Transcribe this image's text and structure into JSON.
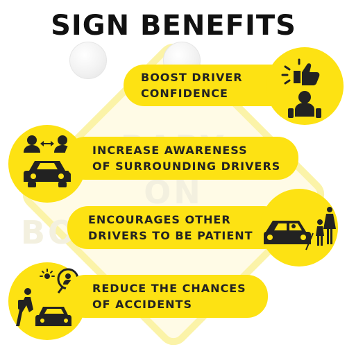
{
  "title": "SIGN BENEFITS",
  "watermark": {
    "line1": "BABY",
    "line2": "ON",
    "line3": "BOARD"
  },
  "colors": {
    "accent": "#fde213",
    "text": "#222222",
    "title": "#111111"
  },
  "benefits": [
    {
      "text": "BOOST DRIVER\nCONFIDENCE",
      "icon": "thumbs-up-driver-icon"
    },
    {
      "text": "INCREASE AWARENESS\nOF SURROUNDING DRIVERS",
      "icon": "car-awareness-icon"
    },
    {
      "text": "ENCOURAGES OTHER\nDRIVERS TO BE PATIENT",
      "icon": "car-pedestrians-icon"
    },
    {
      "text": "REDUCE THE CHANCES\nOF ACCIDENTS",
      "icon": "pedestrian-car-baby-icon"
    }
  ]
}
